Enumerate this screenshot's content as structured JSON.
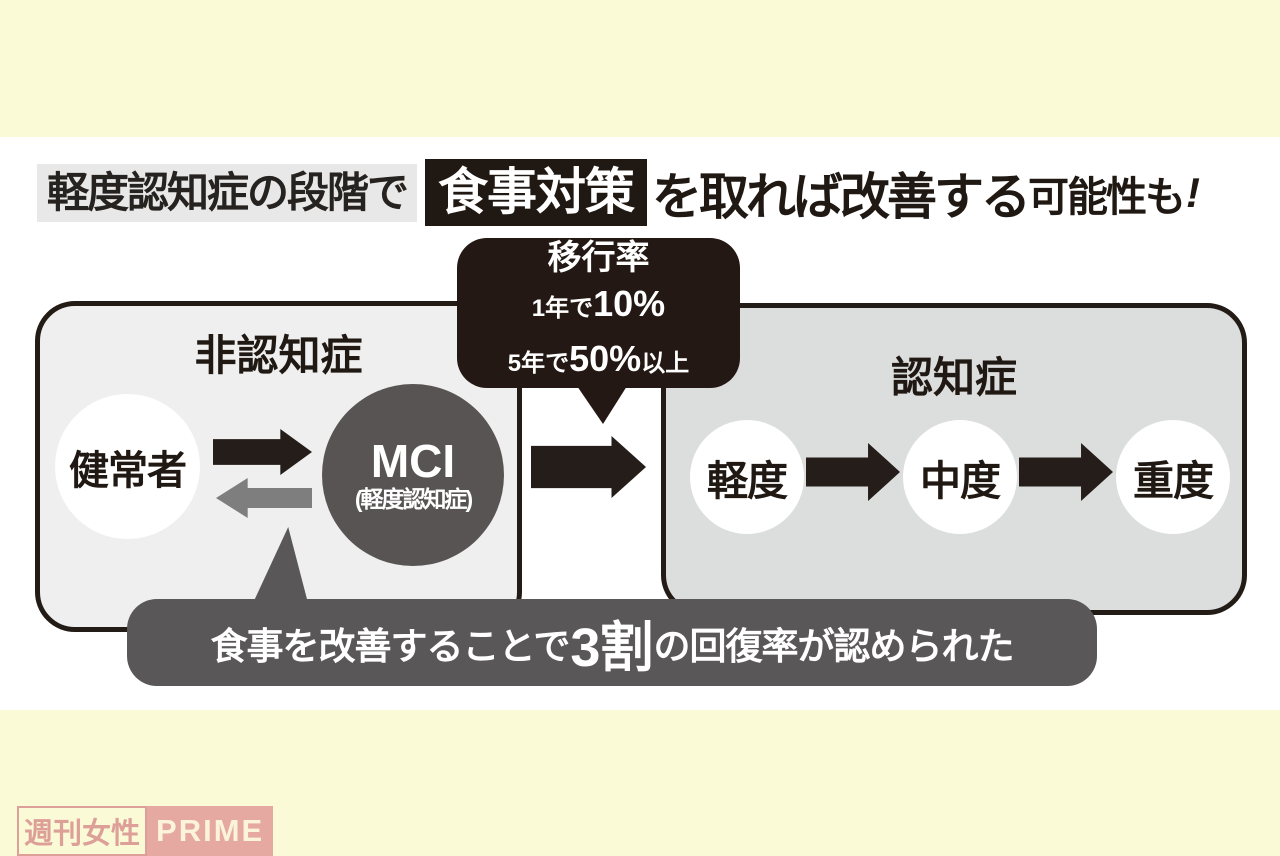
{
  "title": {
    "prefix": "軽度認知症の段階で",
    "highlight": "食事対策",
    "middle": "を取れば改善する",
    "suffix": "可能性も",
    "exclamation": "!"
  },
  "transition_bubble": {
    "heading": "移行率",
    "line1_prefix": "1年で",
    "line1_value": "10%",
    "line2_prefix": "5年で",
    "line2_value": "50%",
    "line2_suffix": "以上"
  },
  "left_box": {
    "label": "非認知症",
    "healthy_label": "健常者",
    "mci_title": "MCI",
    "mci_subtitle": "(軽度認知症)"
  },
  "right_box": {
    "label": "認知症",
    "stages": [
      "軽度",
      "中度",
      "重度"
    ]
  },
  "recovery_bubble": {
    "prefix": "食事を改善することで",
    "highlight": "3割",
    "suffix": "の回復率が認められた"
  },
  "watermark": {
    "left": "週刊女性",
    "right": "PRIME"
  },
  "colors": {
    "page_background": "#fafad6",
    "content_band": "#ffffff",
    "headline_gray_bg": "#e8e8e8",
    "headline_black_bg": "#201813",
    "left_box_fill": "#efefef",
    "right_box_fill": "#dcdddd",
    "box_border": "#231b16",
    "mci_circle": "#595454",
    "top_bubble": "#231813",
    "bottom_bubble": "#595757",
    "arrow_black": "#241d19",
    "arrow_gray": "#7e7e7f",
    "watermark_pink": "#e5a9a1"
  }
}
